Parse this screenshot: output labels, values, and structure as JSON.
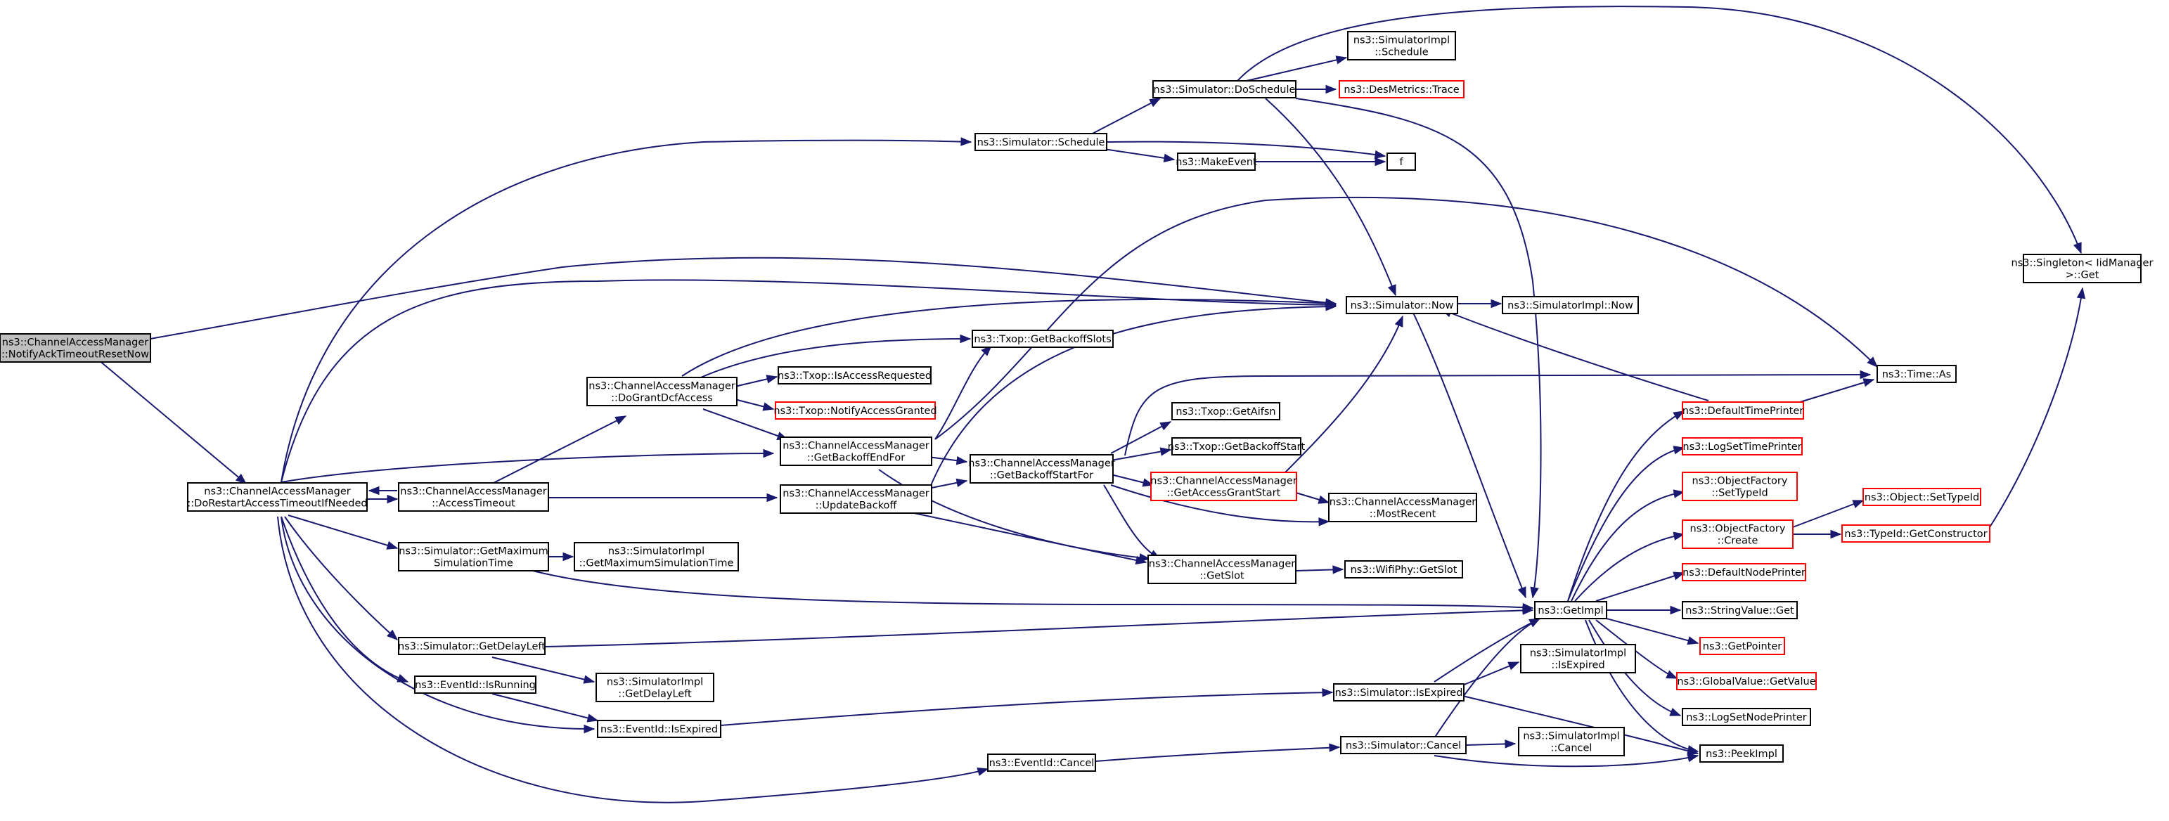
{
  "colors": {
    "edge": "#191970",
    "node_border": "#000000",
    "truncated_border": "#ff0000",
    "root_fill": "#bfbfbf",
    "background": "#ffffff"
  },
  "nodes": {
    "root": [
      "ns3::ChannelAccessManager",
      "::NotifyAckTimeoutResetNow"
    ],
    "doRestart": [
      "ns3::ChannelAccessManager",
      "::DoRestartAccessTimeoutIfNeeded"
    ],
    "accessTimeout": [
      "ns3::ChannelAccessManager",
      "::AccessTimeout"
    ],
    "doGrant": [
      "ns3::ChannelAccessManager",
      "::DoGrantDcfAccess"
    ],
    "backoffEnd": [
      "ns3::ChannelAccessManager",
      "::GetBackoffEndFor"
    ],
    "updateBackoff": [
      "ns3::ChannelAccessManager",
      "::UpdateBackoff"
    ],
    "backoffStart": [
      "ns3::ChannelAccessManager",
      "::GetBackoffStartFor"
    ],
    "accessGrant": [
      "ns3::ChannelAccessManager",
      "::GetAccessGrantStart"
    ],
    "mostRecent": [
      "ns3::ChannelAccessManager",
      "::MostRecent"
    ],
    "getSlot": [
      "ns3::ChannelAccessManager",
      "::GetSlot"
    ],
    "wifiSlot": [
      "ns3::WifiPhy::GetSlot"
    ],
    "txopSlots": [
      "ns3::Txop::GetBackoffSlots"
    ],
    "txopReq": [
      "ns3::Txop::IsAccessRequested"
    ],
    "txopNotify": [
      "ns3::Txop::NotifyAccessGranted"
    ],
    "txopAifsn": [
      "ns3::Txop::GetAifsn"
    ],
    "txopStart": [
      "ns3::Txop::GetBackoffStart"
    ],
    "simSchedule": [
      "ns3::Simulator::Schedule"
    ],
    "doSchedule": [
      "ns3::Simulator::DoSchedule"
    ],
    "implSchedule": [
      "ns3::SimulatorImpl",
      "::Schedule"
    ],
    "desMetrics": [
      "ns3::DesMetrics::Trace"
    ],
    "makeEvent": [
      "ns3::MakeEvent"
    ],
    "f": [
      "f"
    ],
    "simNow": [
      "ns3::Simulator::Now"
    ],
    "implNow": [
      "ns3::SimulatorImpl::Now"
    ],
    "singleton": [
      "ns3::Singleton< IidManager",
      " >::Get"
    ],
    "timeAs": [
      "ns3::Time::As"
    ],
    "maxSim": [
      "ns3::Simulator::GetMaximum",
      "SimulationTime"
    ],
    "implMaxSim": [
      "ns3::SimulatorImpl",
      "::GetMaximumSimulationTime"
    ],
    "delayLeft": [
      "ns3::Simulator::GetDelayLeft"
    ],
    "implDelay": [
      "ns3::SimulatorImpl",
      "::GetDelayLeft"
    ],
    "isRunning": [
      "ns3::EventId::IsRunning"
    ],
    "eventExpired": [
      "ns3::EventId::IsExpired"
    ],
    "eventCancel": [
      "ns3::EventId::Cancel"
    ],
    "simExpired": [
      "ns3::Simulator::IsExpired"
    ],
    "implExpired": [
      "ns3::SimulatorImpl",
      "::IsExpired"
    ],
    "simCancel": [
      "ns3::Simulator::Cancel"
    ],
    "implCancel": [
      "ns3::SimulatorImpl",
      "::Cancel"
    ],
    "getImpl": [
      "ns3::GetImpl"
    ],
    "defTime": [
      "ns3::DefaultTimePrinter"
    ],
    "logSetTime": [
      "ns3::LogSetTimePrinter"
    ],
    "ofSetType": [
      "ns3::ObjectFactory",
      "::SetTypeId"
    ],
    "ofCreate": [
      "ns3::ObjectFactory",
      "::Create"
    ],
    "objSetType": [
      "ns3::Object::SetTypeId"
    ],
    "typeCtor": [
      "ns3::TypeId::GetConstructor"
    ],
    "defNode": [
      "ns3::DefaultNodePrinter"
    ],
    "strGet": [
      "ns3::StringValue::Get"
    ],
    "getPtr": [
      "ns3::GetPointer"
    ],
    "globalVal": [
      "ns3::GlobalValue::GetValue"
    ],
    "logSetNode": [
      "ns3::LogSetNodePrinter"
    ],
    "peekImpl": [
      "ns3::PeekImpl"
    ]
  }
}
